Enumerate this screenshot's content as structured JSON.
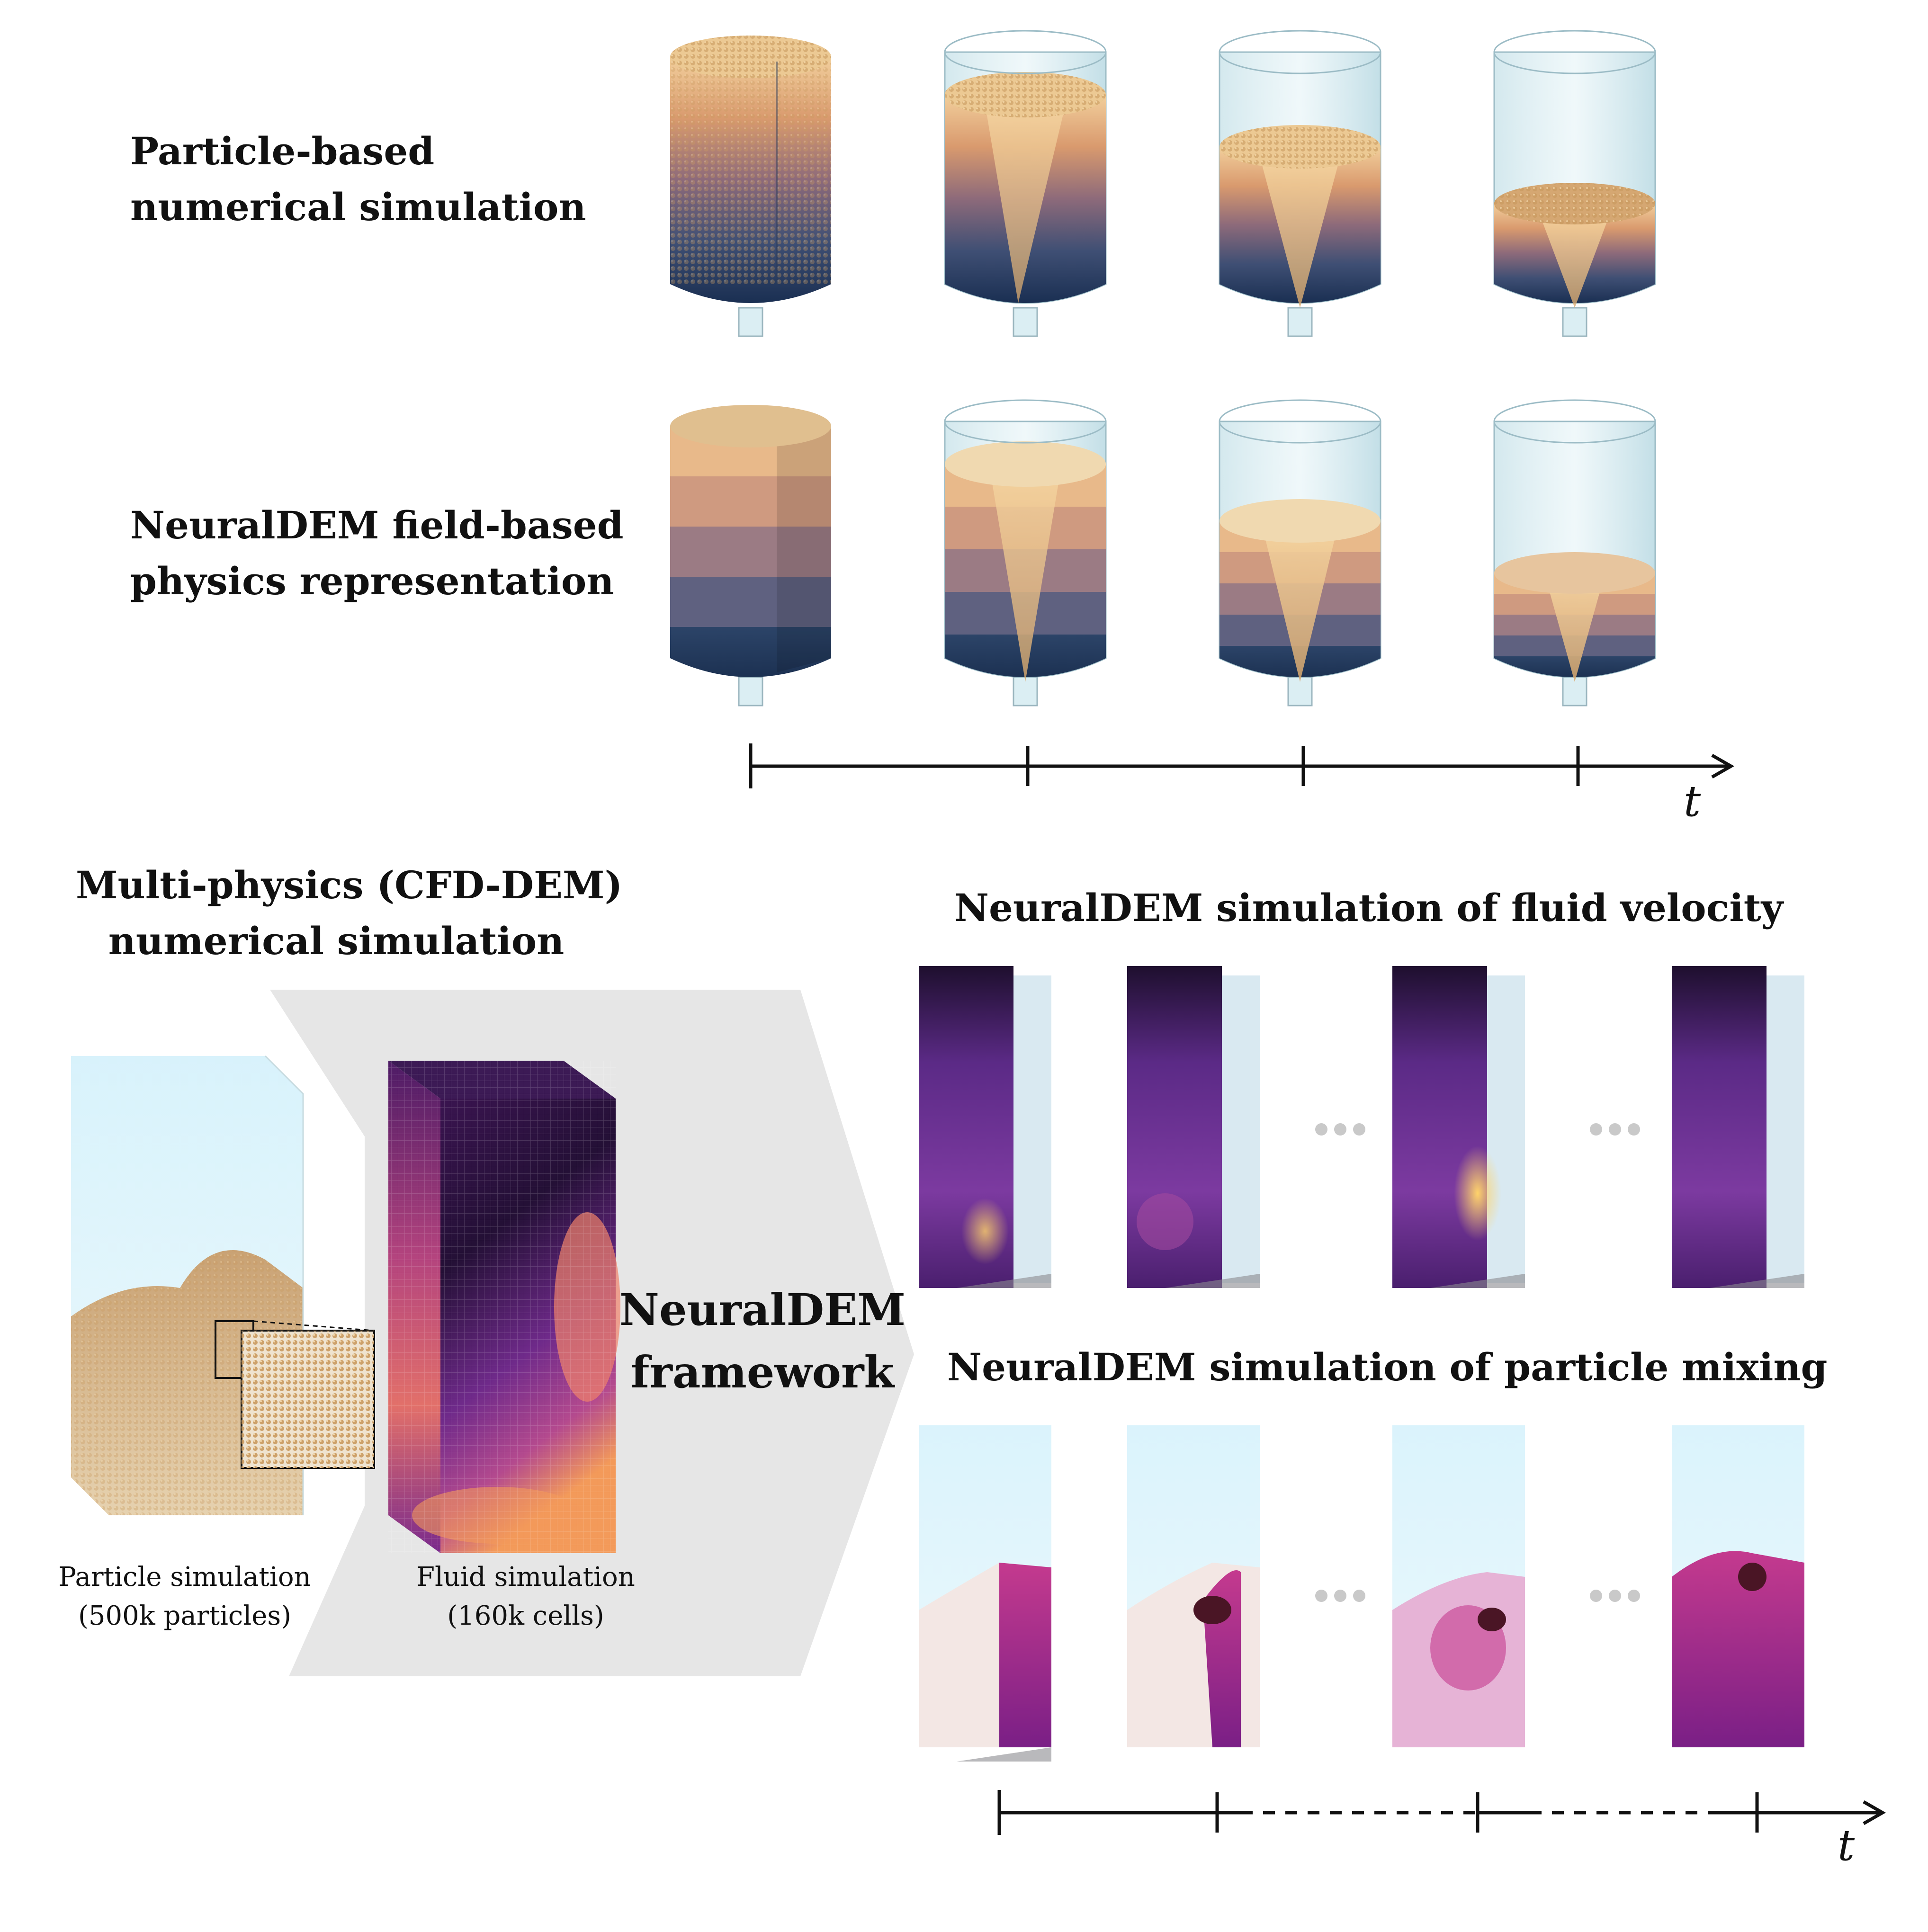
{
  "row_labels": {
    "particle_line1": "Particle-based",
    "particle_line2": "numerical simulation",
    "field_line1": "NeuralDEM field-based",
    "field_line2": "physics representation"
  },
  "time_axis_label": "t",
  "multiphysics": {
    "title_line1": "Multi-physics (CFD-DEM)",
    "title_line2": "numerical simulation",
    "particle_caption_line1": "Particle simulation",
    "particle_caption_line2": "(500k particles)",
    "fluid_caption_line1": "Fluid simulation",
    "fluid_caption_line2": "(160k cells)"
  },
  "framework": {
    "line1": "NeuralDEM",
    "line2": "framework"
  },
  "panels": {
    "fluid_velocity_title": "NeuralDEM simulation of fluid velocity",
    "particle_mixing_title": "NeuralDEM simulation of particle mixing"
  },
  "colors": {
    "sand": "#e3b87e",
    "deep_blue": "#1f3a5f",
    "glass": "#cfe8ef",
    "magma_dark": "#2a0f3d",
    "magma_mid": "#7a2a8c",
    "magma_hot": "#ffb347",
    "mixing_pink": "#c0308a",
    "framework_bg": "#e6e6e6"
  }
}
